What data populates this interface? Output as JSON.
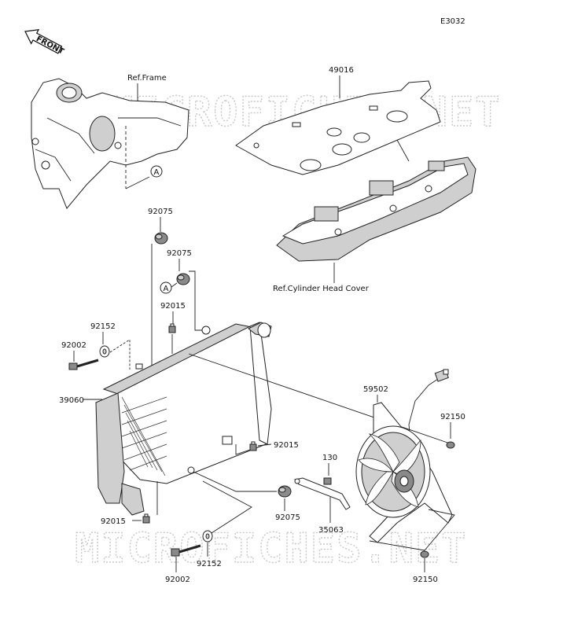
{
  "diagram_code": "E3032",
  "front_label": "FRONT",
  "watermark": "MICROFICHES.NET",
  "ref_labels": {
    "frame": "Ref.Frame",
    "cylinder_head_cover": "Ref.Cylinder Head Cover"
  },
  "callout": "A",
  "parts": {
    "gasket": "49016",
    "grommet_upper_1": "92075",
    "grommet_upper_2": "92075",
    "grommet_lower": "92075",
    "clip_upper": "92015",
    "clip_right": "92015",
    "clip_lower": "92015",
    "collar_upper": "92152",
    "collar_lower": "92152",
    "bolt_upper": "92002",
    "bolt_lower": "92002",
    "radiator": "39060",
    "fan": "59502",
    "nut_upper": "92150",
    "nut_lower": "92150",
    "screw": "130",
    "bracket": "35063"
  }
}
